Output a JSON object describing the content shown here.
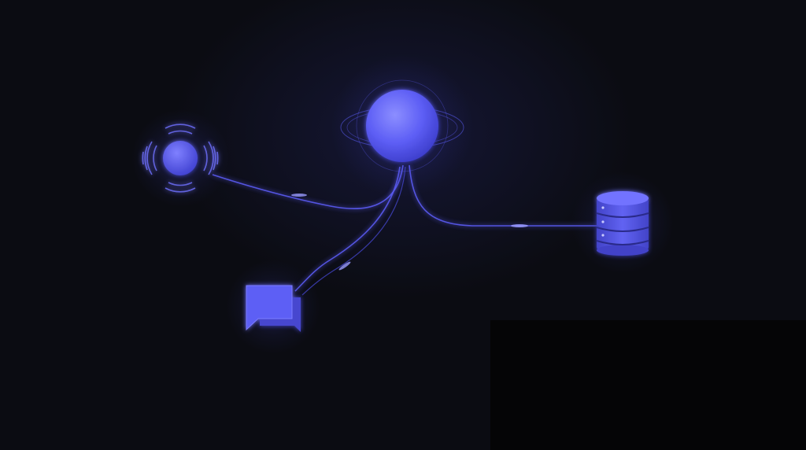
{
  "diagram": {
    "nodes": [
      {
        "id": "core",
        "icon": "glowing-orb-core-icon"
      },
      {
        "id": "signal",
        "icon": "radio-signal-orb-icon"
      },
      {
        "id": "database",
        "icon": "database-stack-icon"
      },
      {
        "id": "chat",
        "icon": "chat-bubbles-icon"
      }
    ],
    "edges": [
      {
        "from": "core",
        "to": "signal"
      },
      {
        "from": "core",
        "to": "chat"
      },
      {
        "from": "core",
        "to": "database"
      }
    ]
  },
  "colors": {
    "background": "#0b0c12",
    "accent": "#5b5cf6",
    "accent_light": "#7a7cff",
    "dark_panel": "#050506"
  }
}
